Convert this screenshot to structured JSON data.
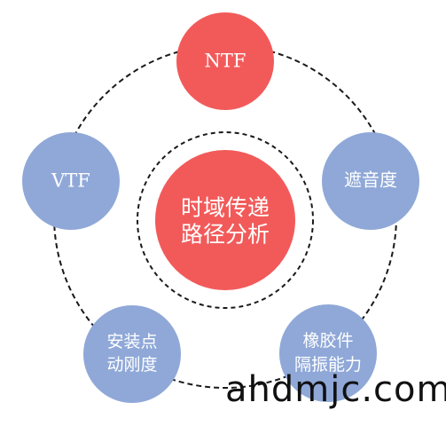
{
  "center": {
    "line1": "时域传递",
    "line2": "路径分析",
    "color": "#f25a5a"
  },
  "nodes": {
    "ntf": {
      "lines": [
        "NTF"
      ],
      "color": "#f25a5a"
    },
    "absorb": {
      "lines": [
        "遮音度"
      ],
      "color": "#8fa8d8"
    },
    "rubber": {
      "lines": [
        "橡胶件",
        "隔振能力"
      ],
      "color": "#8fa8d8"
    },
    "mount": {
      "lines": [
        "安装点",
        "动刚度"
      ],
      "color": "#8fa8d8"
    },
    "vtf": {
      "lines": [
        "VTF"
      ],
      "color": "#8fa8d8"
    }
  },
  "watermark": {
    "text": "ahdmjc.com"
  },
  "colors": {
    "accent_red": "#f25a5a",
    "accent_blue": "#8fa8d8",
    "dashed_ring": "#1a1a1a"
  }
}
